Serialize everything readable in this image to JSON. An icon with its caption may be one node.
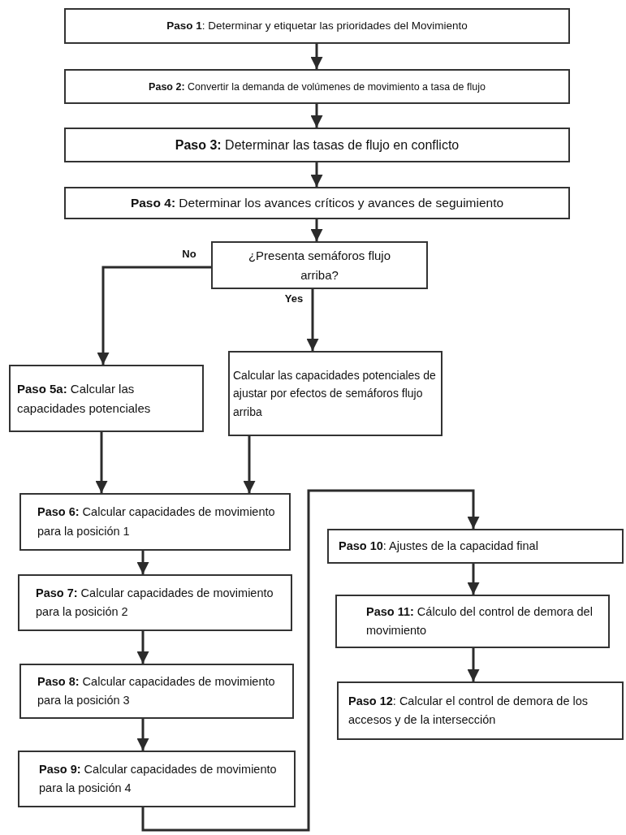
{
  "diagram": {
    "nodes": [
      {
        "text": [
          "**Paso 1**: Determinar y etiquetar las prioridades del Movimiento"
        ]
      },
      {
        "text": [
          "**Paso 2:** Convertir la demanda de volúmenes de movimiento a tasa de flujo"
        ]
      },
      {
        "text": [
          "**Paso 3:** Determinar las tasas de flujo en conflicto"
        ]
      },
      {
        "text": [
          "**Paso 4:** Determinar los avances críticos y avances de seguimiento"
        ]
      },
      {
        "text": [
          "¿Presenta semáforos flujo arriba?"
        ]
      },
      {
        "text": [
          "**Paso 5a:** Calcular las capacidades potenciales"
        ]
      },
      {
        "text": [
          "Calcular las capacidades potenciales de ajustar por efectos de semáforos flujo arriba"
        ]
      },
      {
        "text": [
          "**Paso 6:** Calcular  capacidades de movimiento para la posición 1"
        ]
      },
      {
        "text": [
          "**Paso 7:** Calcular  capacidades de movimiento para la posición 2"
        ]
      },
      {
        "text": [
          "**Paso 8:** Calcular  capacidades de movimiento para la posición 3"
        ]
      },
      {
        "text": [
          "**Paso 9:** Calcular  capacidades de movimiento para la posición 4"
        ]
      },
      {
        "text": [
          "**Paso 10**: Ajustes de la capacidad final"
        ]
      },
      {
        "text": [
          "**Paso 11:** Cálculo del control de demora del movimiento"
        ]
      },
      {
        "text": [
          "**Paso 12**: Calcular el control de demora de los accesos y de la intersección"
        ]
      }
    ],
    "edges": [
      {
        "from": 0,
        "to": 1,
        "arrow": "to"
      },
      {
        "from": 1,
        "to": 2,
        "arrow": "to"
      },
      {
        "from": 2,
        "to": 3,
        "arrow": "to"
      },
      {
        "from": 3,
        "to": 4,
        "arrow": "to"
      },
      {
        "from": 4,
        "to": 5,
        "arrow": "to",
        "label": "No"
      },
      {
        "from": 4,
        "to": 6,
        "arrow": "to",
        "label": "Yes"
      },
      {
        "from": 5,
        "to": 7,
        "arrow": "to"
      },
      {
        "from": 6,
        "to": 7,
        "arrow": "to"
      },
      {
        "from": 7,
        "to": 8,
        "arrow": "to"
      },
      {
        "from": 8,
        "to": 9,
        "arrow": "to"
      },
      {
        "from": 9,
        "to": 10,
        "arrow": "to"
      },
      {
        "from": 10,
        "to": 11,
        "arrow": "to"
      },
      {
        "from": 11,
        "to": 12,
        "arrow": "to"
      },
      {
        "from": 12,
        "to": 13,
        "arrow": "to"
      }
    ]
  }
}
